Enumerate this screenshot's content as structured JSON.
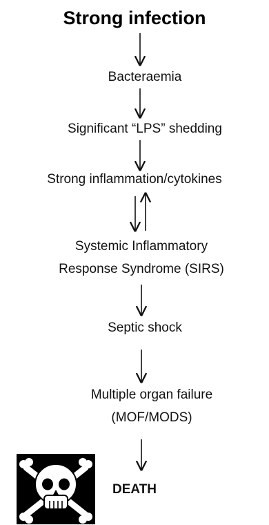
{
  "diagram": {
    "title": "Strong infection",
    "steps": [
      "Bacteraemia",
      "Significant “LPS” shedding",
      "Strong inflammation/cytokines",
      "Systemic  Inflammatory",
      "Response Syndrome (SIRS)",
      "Septic shock",
      "Multiple organ failure",
      "(MOF/MODS)"
    ],
    "outcome": "DEATH",
    "outcome_icon": "skull-and-crossbones-icon",
    "colors": {
      "text": "#111111",
      "icon_background": "#000000",
      "icon_foreground": "#ffffff"
    }
  }
}
